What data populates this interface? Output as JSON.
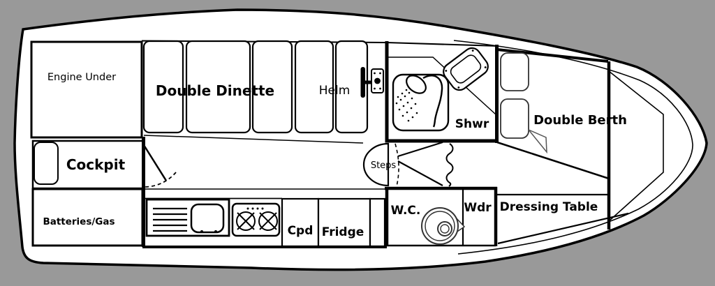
{
  "diagram": {
    "type": "boat-floor-plan",
    "background_color": "#999999",
    "hull_fill_color": "#ffffff",
    "line_color": "#000000"
  },
  "rooms": {
    "engine": {
      "label": "Engine Under"
    },
    "dinette": {
      "label": "Double Dinette"
    },
    "helm": {
      "label": "Helm"
    },
    "shower": {
      "label": "Shwr"
    },
    "double_berth": {
      "label": "Double Berth"
    },
    "cockpit": {
      "label": "Cockpit"
    },
    "steps": {
      "label": "Steps"
    },
    "batteries": {
      "label": "Batteries/Gas"
    },
    "cupboard": {
      "label": "Cpd"
    },
    "fridge": {
      "label": "Fridge"
    },
    "wc": {
      "label": "W.C."
    },
    "wardrobe": {
      "label": "Wdr"
    },
    "dressing_table": {
      "label": "Dressing Table"
    }
  }
}
